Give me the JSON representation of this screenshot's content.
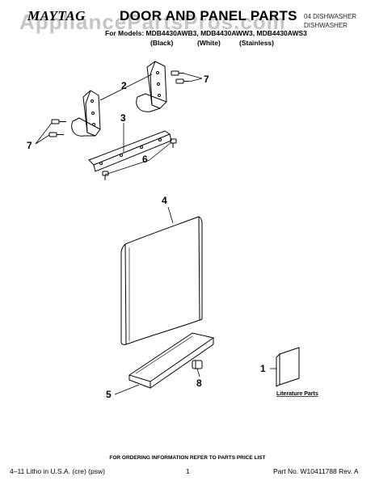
{
  "header": {
    "brand": "MAYTAG",
    "title": "DOOR AND PANEL PARTS",
    "models_line": "For Models: MDB4430AWB3, MDB4430AWW3, MDB4430AWS3",
    "colors": [
      "(Black)",
      "(White)",
      "(Stainless)"
    ],
    "right_line1": "04 DISHWASHER",
    "right_line2": "DISHWASHER"
  },
  "watermark": "AppliancePartsPros.com",
  "callouts": {
    "c2": "2",
    "c7a": "7",
    "c7b": "7",
    "c3": "3",
    "c6": "6",
    "c4": "4",
    "c1": "1",
    "c8": "8",
    "c5": "5"
  },
  "literature_label": "Literature Parts",
  "footer": {
    "ordering_note": "FOR ORDERING INFORMATION REFER TO PARTS PRICE LIST",
    "litho": "4–11 Litho in U.S.A. (cre) (psw)",
    "page": "1",
    "part_no": "Part No. W10411788 Rev. A"
  }
}
